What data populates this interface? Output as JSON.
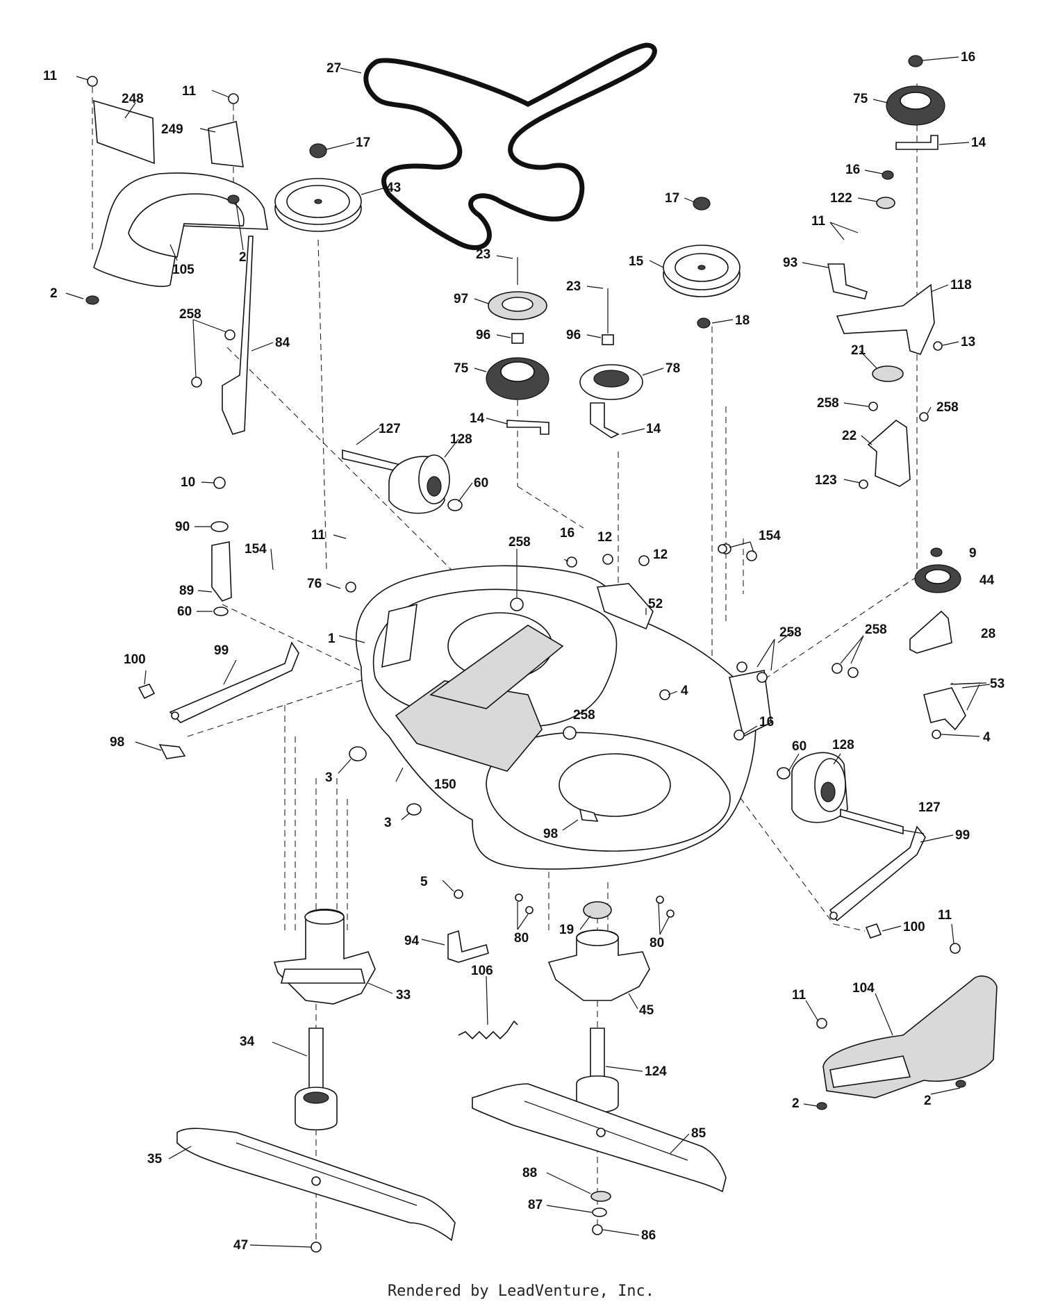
{
  "diagram": {
    "credit": "Rendered by LeadVenture, Inc.",
    "callouts": [
      {
        "id": "c-11a",
        "text": "11"
      },
      {
        "id": "c-248",
        "text": "248"
      },
      {
        "id": "c-11b",
        "text": "11"
      },
      {
        "id": "c-249",
        "text": "249"
      },
      {
        "id": "c-105",
        "text": "105"
      },
      {
        "id": "c-2a",
        "text": "2"
      },
      {
        "id": "c-2b",
        "text": "2"
      },
      {
        "id": "c-27",
        "text": "27"
      },
      {
        "id": "c-17a",
        "text": "17"
      },
      {
        "id": "c-43",
        "text": "43"
      },
      {
        "id": "c-23a",
        "text": "23"
      },
      {
        "id": "c-97",
        "text": "97"
      },
      {
        "id": "c-96a",
        "text": "96"
      },
      {
        "id": "c-75a",
        "text": "75"
      },
      {
        "id": "c-14a",
        "text": "14"
      },
      {
        "id": "c-23b",
        "text": "23"
      },
      {
        "id": "c-96b",
        "text": "96"
      },
      {
        "id": "c-78",
        "text": "78"
      },
      {
        "id": "c-14b",
        "text": "14"
      },
      {
        "id": "c-17b",
        "text": "17"
      },
      {
        "id": "c-15",
        "text": "15"
      },
      {
        "id": "c-18",
        "text": "18"
      },
      {
        "id": "c-16a",
        "text": "16"
      },
      {
        "id": "c-75b",
        "text": "75"
      },
      {
        "id": "c-14c",
        "text": "14"
      },
      {
        "id": "c-16b",
        "text": "16"
      },
      {
        "id": "c-122",
        "text": "122"
      },
      {
        "id": "c-11c",
        "text": "11"
      },
      {
        "id": "c-93",
        "text": "93"
      },
      {
        "id": "c-118",
        "text": "118"
      },
      {
        "id": "c-13",
        "text": "13"
      },
      {
        "id": "c-21",
        "text": "21"
      },
      {
        "id": "c-258a",
        "text": "258"
      },
      {
        "id": "c-258b",
        "text": "258"
      },
      {
        "id": "c-22",
        "text": "22"
      },
      {
        "id": "c-123",
        "text": "123"
      },
      {
        "id": "c-258c",
        "text": "258"
      },
      {
        "id": "c-84",
        "text": "84"
      },
      {
        "id": "c-127a",
        "text": "127"
      },
      {
        "id": "c-128a",
        "text": "128"
      },
      {
        "id": "c-60a",
        "text": "60"
      },
      {
        "id": "c-10",
        "text": "10"
      },
      {
        "id": "c-90",
        "text": "90"
      },
      {
        "id": "c-11d",
        "text": "11"
      },
      {
        "id": "c-154a",
        "text": "154"
      },
      {
        "id": "c-76",
        "text": "76"
      },
      {
        "id": "c-89",
        "text": "89"
      },
      {
        "id": "c-60b",
        "text": "60"
      },
      {
        "id": "c-258d",
        "text": "258"
      },
      {
        "id": "c-16c",
        "text": "16"
      },
      {
        "id": "c-12a",
        "text": "12"
      },
      {
        "id": "c-12b",
        "text": "12"
      },
      {
        "id": "c-154b",
        "text": "154"
      },
      {
        "id": "c-52",
        "text": "52"
      },
      {
        "id": "c-9",
        "text": "9"
      },
      {
        "id": "c-44",
        "text": "44"
      },
      {
        "id": "c-1",
        "text": "1"
      },
      {
        "id": "c-99a",
        "text": "99"
      },
      {
        "id": "c-100a",
        "text": "100"
      },
      {
        "id": "c-258e",
        "text": "258"
      },
      {
        "id": "c-258f",
        "text": "258"
      },
      {
        "id": "c-28",
        "text": "28"
      },
      {
        "id": "c-4a",
        "text": "4"
      },
      {
        "id": "c-53",
        "text": "53"
      },
      {
        "id": "c-4b",
        "text": "4"
      },
      {
        "id": "c-258g",
        "text": "258"
      },
      {
        "id": "c-16d",
        "text": "16"
      },
      {
        "id": "c-60c",
        "text": "60"
      },
      {
        "id": "c-128b",
        "text": "128"
      },
      {
        "id": "c-98a",
        "text": "98"
      },
      {
        "id": "c-3a",
        "text": "3"
      },
      {
        "id": "c-150",
        "text": "150"
      },
      {
        "id": "c-3b",
        "text": "3"
      },
      {
        "id": "c-98b",
        "text": "98"
      },
      {
        "id": "c-127b",
        "text": "127"
      },
      {
        "id": "c-99b",
        "text": "99"
      },
      {
        "id": "c-5",
        "text": "5"
      },
      {
        "id": "c-94",
        "text": "94"
      },
      {
        "id": "c-80a",
        "text": "80"
      },
      {
        "id": "c-19",
        "text": "19"
      },
      {
        "id": "c-80b",
        "text": "80"
      },
      {
        "id": "c-100b",
        "text": "100"
      },
      {
        "id": "c-11e",
        "text": "11"
      },
      {
        "id": "c-33",
        "text": "33"
      },
      {
        "id": "c-106",
        "text": "106"
      },
      {
        "id": "c-45",
        "text": "45"
      },
      {
        "id": "c-104",
        "text": "104"
      },
      {
        "id": "c-11f",
        "text": "11"
      },
      {
        "id": "c-34",
        "text": "34"
      },
      {
        "id": "c-124",
        "text": "124"
      },
      {
        "id": "c-2c",
        "text": "2"
      },
      {
        "id": "c-2d",
        "text": "2"
      },
      {
        "id": "c-85",
        "text": "85"
      },
      {
        "id": "c-35",
        "text": "35"
      },
      {
        "id": "c-88",
        "text": "88"
      },
      {
        "id": "c-87",
        "text": "87"
      },
      {
        "id": "c-86",
        "text": "86"
      },
      {
        "id": "c-47",
        "text": "47"
      }
    ]
  }
}
